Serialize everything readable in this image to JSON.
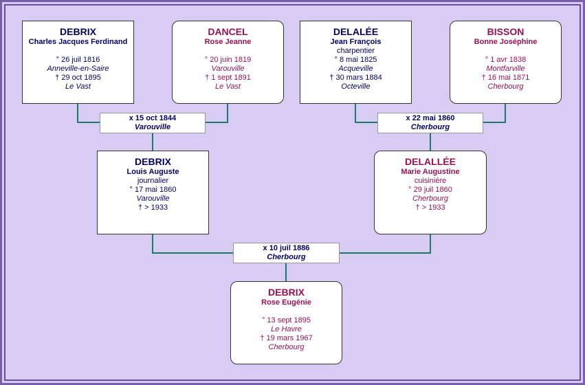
{
  "people": {
    "p1": {
      "surname": "DEBRIX",
      "given": "Charles Jacques Ferdinand",
      "birth": "° 26 juil 1816",
      "birth_place": "Anneville-en-Saire",
      "death": "† 29 oct 1895",
      "death_place": "Le Vast"
    },
    "p2": {
      "surname": "DANCEL",
      "given": "Rose Jeanne",
      "birth": "° 20 juin 1819",
      "birth_place": "Varouville",
      "death": "† 1 sept 1891",
      "death_place": "Le Vast"
    },
    "p3": {
      "surname": "DELALÉE",
      "given": "Jean François",
      "occupation": "charpentier",
      "birth": "° 8 mai 1825",
      "birth_place": "Acqueville",
      "death": "† 30 mars 1884",
      "death_place": "Octeville"
    },
    "p4": {
      "surname": "BISSON",
      "given": "Bonne Joséphine",
      "birth": "° 1 avr 1838",
      "birth_place": "Montfarville",
      "death": "† 16 mai 1871",
      "death_place": "Cherbourg"
    },
    "p5": {
      "surname": "DEBRIX",
      "given": "Louis Auguste",
      "occupation": "journalier",
      "birth": "° 17 mai 1860",
      "birth_place": "Varouville",
      "death": "† > 1933"
    },
    "p6": {
      "surname": "DELALLÉE",
      "given": "Marie Augustine",
      "occupation": "cuisinière",
      "birth": "° 29 juil 1860",
      "birth_place": "Cherbourg",
      "death": "† > 1933"
    },
    "p7": {
      "surname": "DEBRIX",
      "given": "Rose Eugénie",
      "birth": "° 13 sept 1895",
      "birth_place": "Le Havre",
      "death": "† 19 mars 1967",
      "death_place": "Cherbourg"
    }
  },
  "marriages": {
    "m1": {
      "date": "x 15 oct 1844",
      "place": "Varouville"
    },
    "m2": {
      "date": "x 22 mai 1860",
      "place": "Cherbourg"
    },
    "m3": {
      "date": "x 10 juil 1886",
      "place": "Cherbourg"
    }
  },
  "colors": {
    "background": "#d8ccf5",
    "male_text": "#000066",
    "female_text": "#9a1052",
    "connector": "#1a7a6a"
  }
}
